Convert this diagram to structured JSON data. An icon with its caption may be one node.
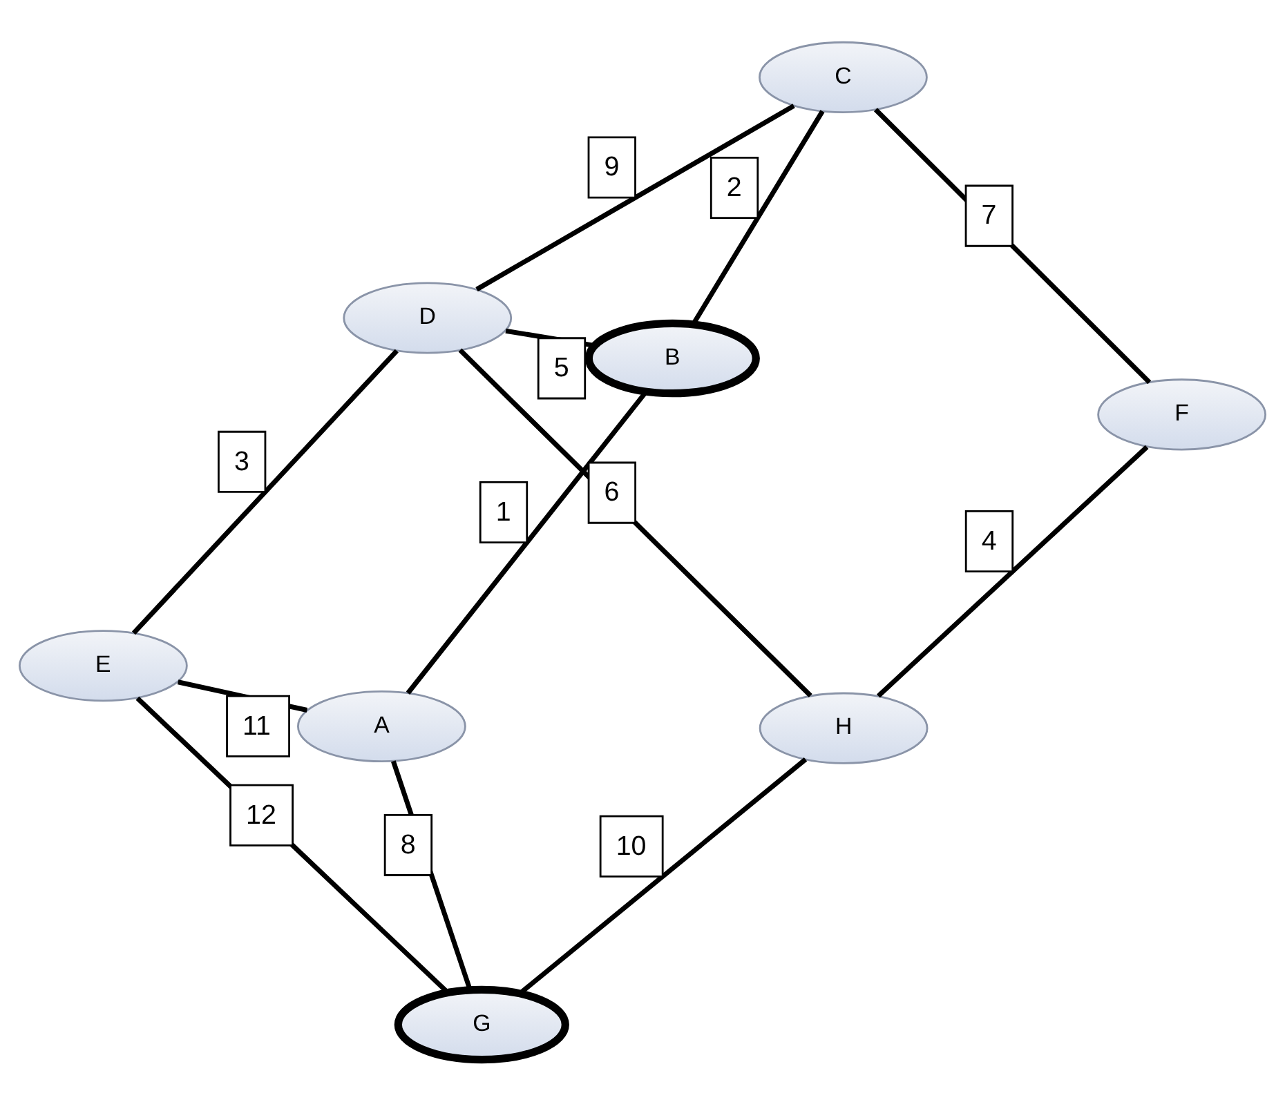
{
  "diagram": {
    "nodes": [
      {
        "text": [
          "B"
        ]
      },
      {
        "text": [
          "C"
        ]
      },
      {
        "text": [
          "A"
        ]
      },
      {
        "text": [
          "D"
        ]
      },
      {
        "text": [
          "F"
        ]
      },
      {
        "text": [
          "E"
        ]
      },
      {
        "text": [
          "G"
        ]
      },
      {
        "text": [
          "H"
        ]
      }
    ],
    "edges": [
      {
        "from": 2,
        "to": 0,
        "arrow": "none",
        "label": "1"
      },
      {
        "from": 0,
        "to": 1,
        "arrow": "none",
        "label": "2"
      },
      {
        "from": 5,
        "to": 3,
        "arrow": "none",
        "label": "3"
      },
      {
        "from": 4,
        "to": 7,
        "arrow": "none",
        "label": "4"
      },
      {
        "from": 0,
        "to": 3,
        "arrow": "none",
        "label": "5"
      },
      {
        "from": 3,
        "to": 7,
        "arrow": "none",
        "label": "6"
      },
      {
        "from": 1,
        "to": 4,
        "arrow": "none",
        "label": "7"
      },
      {
        "from": 2,
        "to": 6,
        "arrow": "none",
        "label": "8"
      },
      {
        "from": 1,
        "to": 3,
        "arrow": "none",
        "label": "9"
      },
      {
        "from": 6,
        "to": 7,
        "arrow": "none",
        "label": "10"
      },
      {
        "from": 2,
        "to": 5,
        "arrow": "none",
        "label": "11"
      },
      {
        "from": 5,
        "to": 6,
        "arrow": "none",
        "label": "12"
      }
    ]
  }
}
